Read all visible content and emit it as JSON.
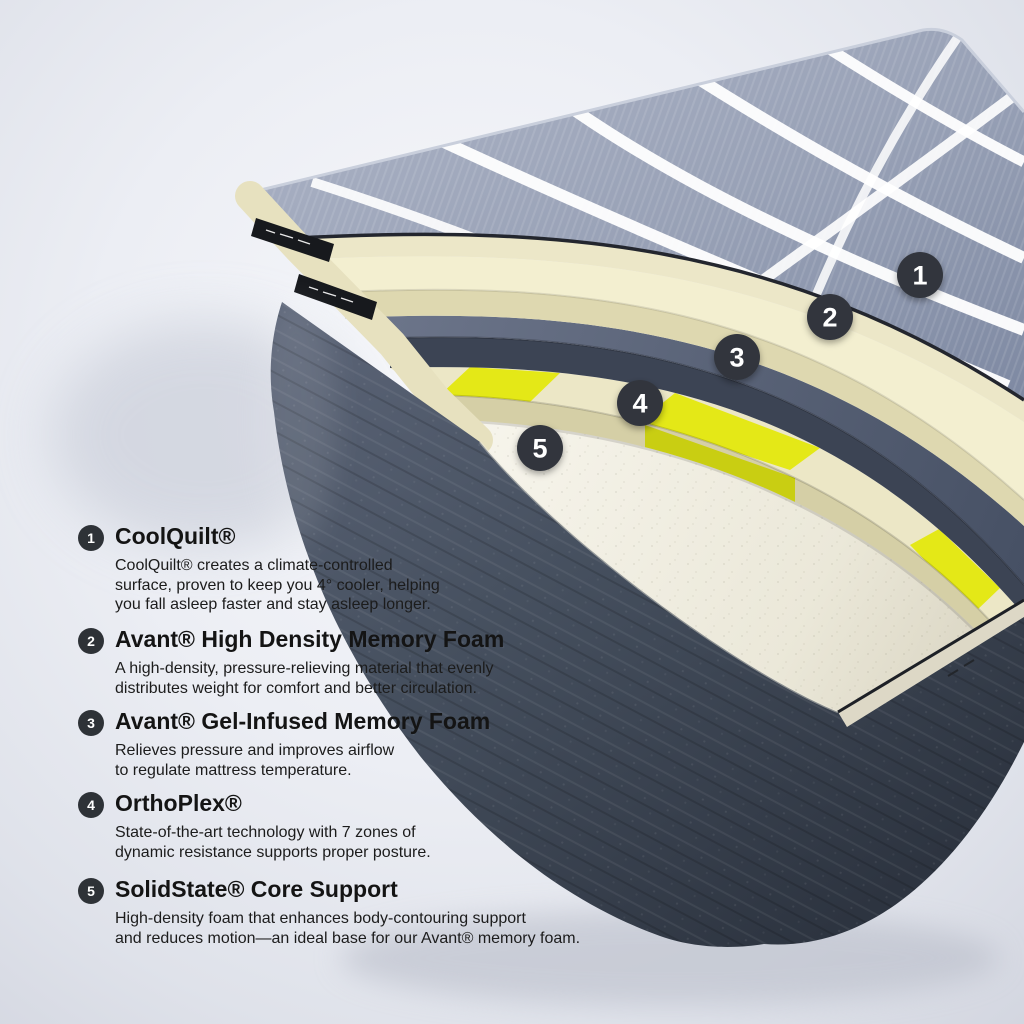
{
  "diagram": {
    "badges": [
      "1",
      "2",
      "3",
      "4",
      "5"
    ],
    "colors": {
      "cover_fabric": "#97a0b5",
      "cover_stripe": "#ffffff",
      "memory_foam_cream": "#f3efd0",
      "gel_foam_slate": "#5a6378",
      "orthoplex_cream": "#ece7c6",
      "orthoplex_yellow": "#e4e817",
      "core_white": "#f6f4ea",
      "side_fabric": "#434c5e",
      "tape_black": "#17191d",
      "badge_dark": "#32363d",
      "background": "#e9ebf1"
    }
  },
  "legend": {
    "items": [
      {
        "number": "1",
        "title": "CoolQuilt®",
        "lines": [
          "CoolQuilt® creates a climate-controlled",
          "surface, proven to keep you 4° cooler, helping",
          "you fall asleep faster and stay asleep longer."
        ]
      },
      {
        "number": "2",
        "title": "Avant® High Density Memory Foam",
        "lines": [
          "A high-density, pressure-relieving material that evenly",
          "distributes weight for comfort and better circulation."
        ]
      },
      {
        "number": "3",
        "title": "Avant® Gel-Infused Memory Foam",
        "lines": [
          "Relieves pressure and improves airflow",
          "to regulate mattress temperature."
        ]
      },
      {
        "number": "4",
        "title": "OrthoPlex®",
        "lines": [
          "State-of-the-art technology with 7 zones of",
          "dynamic resistance supports proper posture."
        ]
      },
      {
        "number": "5",
        "title": "SolidState® Core Support",
        "lines": [
          "High-density foam that enhances body-contouring support",
          "and reduces motion—an ideal base for our Avant® memory foam."
        ]
      }
    ]
  }
}
